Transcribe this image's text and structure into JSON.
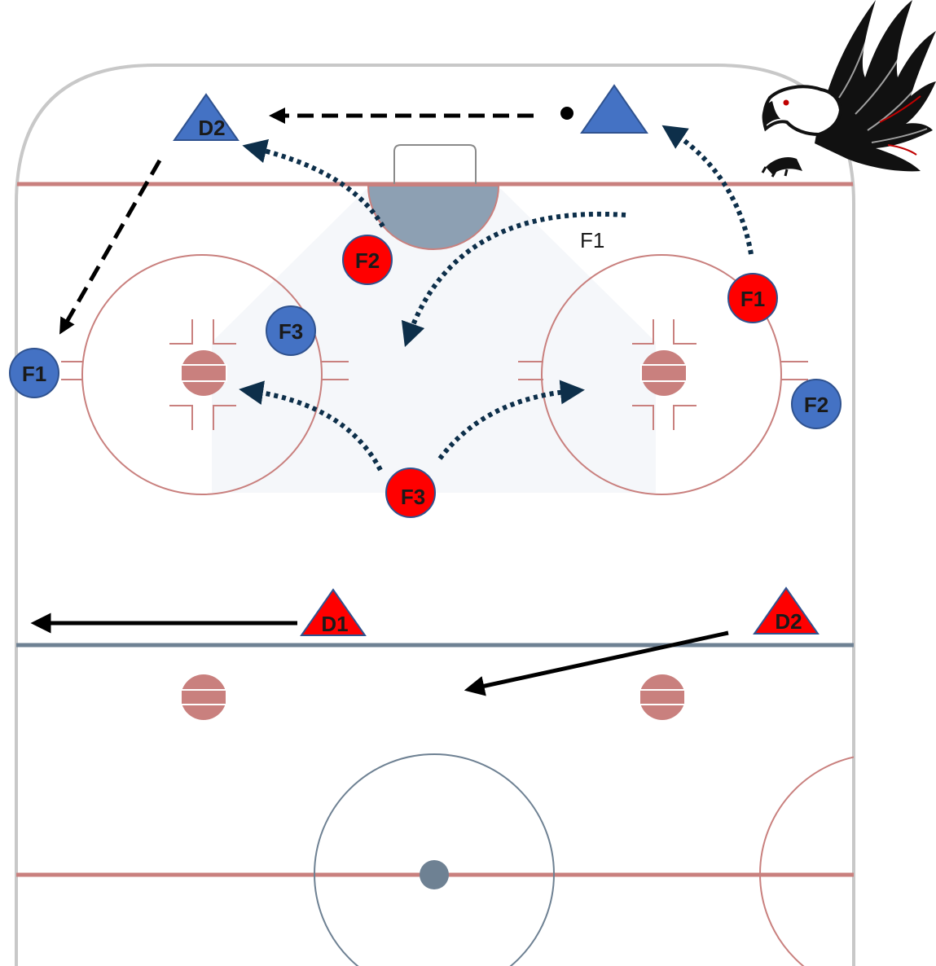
{
  "colors": {
    "offense": "#ff0000",
    "defense": "#4472c4",
    "rink_line_red": "#c9807e",
    "blue_line": "#6e8193",
    "board": "#bfbfbf",
    "crease": "#8da0b3",
    "slot_shade": "#f4f6f9",
    "arrow_dotted": "#0d2f4a",
    "arrow_solid": "#000000"
  },
  "logo": {
    "icon": "hawk-logo"
  },
  "free_labels": {
    "route_label": "F1"
  },
  "defense_players": {
    "f1": "F1",
    "f2": "F2",
    "f3": "F3",
    "d2": "D2",
    "cone": ""
  },
  "offense_players": {
    "f1": "F1",
    "f2": "F2",
    "f3": "F3",
    "d1": "D1",
    "d2": "D2"
  }
}
